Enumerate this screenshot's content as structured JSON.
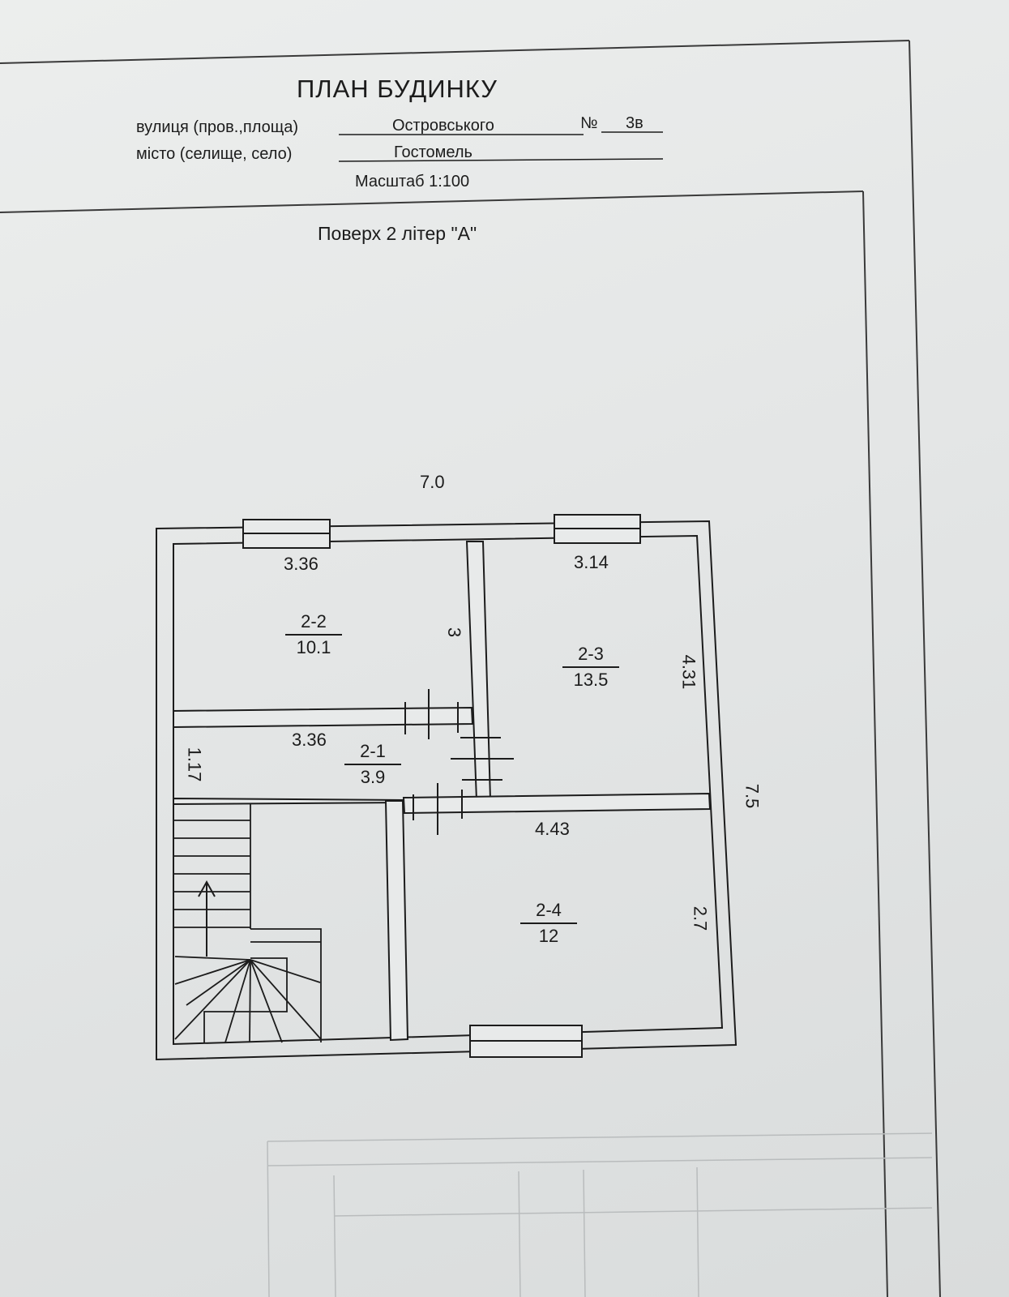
{
  "header": {
    "title": "ПЛАН БУДИНКУ",
    "street_label": "вулиця (пров.,площа)",
    "street_value": "Островського",
    "number_label": "№",
    "number_value": "3в",
    "city_label": "місто (селище, село)",
    "city_value": "Гостомель",
    "scale": "Масштаб 1:100"
  },
  "plan": {
    "floor_title": "Поверх 2 літер \"А\"",
    "dimensions": {
      "top_width": "7.0",
      "right_height": "7.5",
      "room_2_2_width": "3.36",
      "room_2_2_depth": "3",
      "room_2_3_width": "3.14",
      "room_2_3_depth": "4.31",
      "corridor_length": "3.36",
      "corridor_width": "1.17",
      "room_2_4_width": "4.43",
      "room_2_4_depth": "2.7"
    },
    "rooms": [
      {
        "number": "2-2",
        "area": "10.1"
      },
      {
        "number": "2-3",
        "area": "13.5"
      },
      {
        "number": "2-1",
        "area": "3.9"
      },
      {
        "number": "2-4",
        "area": "12"
      }
    ]
  }
}
